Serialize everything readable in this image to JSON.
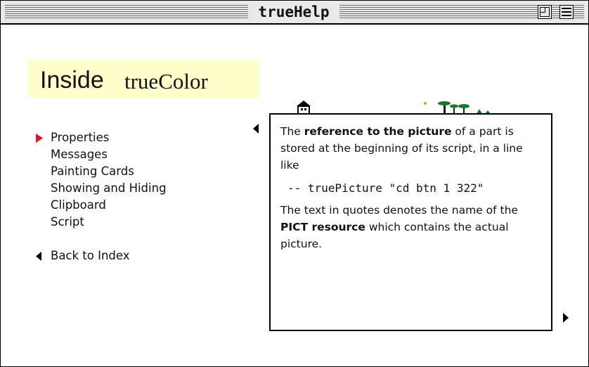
{
  "window": {
    "title": "trueHelp"
  },
  "header": {
    "title": "Inside",
    "product": "trueColor"
  },
  "menu": {
    "items": [
      {
        "label": "Properties",
        "active": true
      },
      {
        "label": "Messages"
      },
      {
        "label": "Painting Cards"
      },
      {
        "label": "Showing and Hiding"
      },
      {
        "label": "Clipboard"
      },
      {
        "label": "Script"
      }
    ],
    "back_label": "Back to Index"
  },
  "content": {
    "p1_pre": "The ",
    "p1_bold": "reference to the picture",
    "p1_post": " of a part is stored at the beginning of its script, in a line like",
    "code": "-- truePicture \"cd btn 1 322\"",
    "p2_pre": "The text in quotes denotes the name of the ",
    "p2_bold": "PICT resource",
    "p2_post": " which contains the actual picture."
  },
  "icons": {
    "active_color": "#e8141a",
    "title_stripes_color": "#6f6f6f",
    "header_bg": "#ffffcc"
  }
}
